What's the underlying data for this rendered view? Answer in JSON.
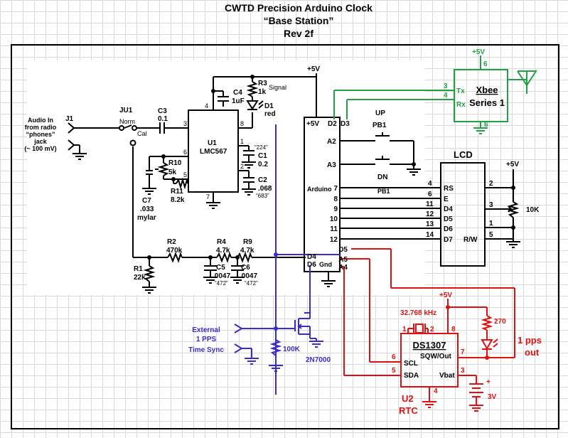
{
  "title": {
    "line1": "CWTD Precision Arduino Clock",
    "line2": "“Base Station”",
    "line3": "Rev 2f"
  },
  "colors": {
    "black": "#000000",
    "green": "#22a045",
    "blue": "#3a2bcc",
    "red": "#e01010",
    "grid": "#d8d8d8"
  },
  "icons": {
    "antenna": "antenna-icon",
    "ground": "ground-icon",
    "battery": "battery-icon",
    "led": "led-icon",
    "crystal": "crystal-icon"
  },
  "labels": {
    "v5_main": "+5V",
    "j1": "J1",
    "audio_in": [
      "Audio In",
      "from radio",
      "“phones”",
      "jack",
      "(~ 100 mV)"
    ],
    "ju1": "JU1",
    "norm": "Norm",
    "cal": "Cal",
    "c3": "C3",
    "c3_val": "0.1",
    "r3": "R3",
    "r3_val": "1k",
    "signal": "Signal",
    "c4": "C4",
    "c4_val": "1uF",
    "d1": "D1",
    "d1_val": "red",
    "u1": "U1",
    "u1_part": "LMC567",
    "pin4": "4",
    "pin8": "8",
    "pin3": "3",
    "pin6": "6",
    "pin5": "5",
    "pin7": "7",
    "pin1": "1",
    "pin2": "2",
    "q224": "“224”",
    "c1": "C1",
    "c1_val": "0.2",
    "c2": "C2",
    "c2_val": ".068",
    "q683": "“683”",
    "r10": "R10",
    "r10_val": "5k",
    "r11": "R11",
    "r11_val": "8.2k",
    "c7": "C7",
    "c7_val": ".033",
    "c7_type": "mylar",
    "r2": "R2",
    "r2_val": "470k",
    "r1": "R1",
    "r1_val": "22k",
    "r4": "R4",
    "r4_val": "4.7k",
    "r9": "R9",
    "r9_val": "4.7k",
    "c5": "C5",
    "c5_val": ".0047",
    "c5_code": "“472”",
    "c6": "C6",
    "c6_val": ".0047",
    "c6_code": "“472”",
    "ard_5v": "+5V",
    "ard_d2": "D2",
    "ard_d3": "D3",
    "ard_a2": "A2",
    "ard_a3": "A3",
    "ard_name": "Arduino",
    "ard_7": "7",
    "ard_8": "8",
    "ard_9": "9",
    "ard_10": "10",
    "ard_11": "11",
    "ard_12": "12",
    "ard_d4": "D4",
    "ard_d6": "D6",
    "ard_gnd": "Gnd",
    "ard_d5": "D5",
    "ard_a5": "A5",
    "ard_a4": "A4",
    "up": "UP",
    "pb1_top": "PB1",
    "dn": "DN",
    "pb1_line": "PB1",
    "lcd": "LCD",
    "lcd_rs": "RS",
    "lcd_e": "E",
    "lcd_d4": "D4",
    "lcd_d5": "D5",
    "lcd_d6": "D6",
    "lcd_d7": "D7",
    "lcd_rw": "R/W",
    "lp4": "4",
    "lp6": "6",
    "lp11": "11",
    "lp12": "12",
    "lp13": "13",
    "lp14": "14",
    "rp2": "2",
    "rp3": "3",
    "rp1": "1",
    "rp5": "5",
    "pot_5v": "+5V",
    "pot_val": "10K",
    "xb_5v": "+5V",
    "xb_6top": "6",
    "xb_3": "3",
    "xb_4": "4",
    "xb_tx": "Tx",
    "xb_rx": "Rx",
    "xb_name1": "Xbee",
    "xb_name2": "Series 1",
    "xb_6bot": "6",
    "ext1": "External",
    "ext2": "1 PPS",
    "ext3": "Time Sync",
    "r100k": "100K",
    "q2n": "2N7000",
    "rtc_5v": "+5V",
    "crystal": "32.768 kHz",
    "rtc_1": "1",
    "rtc_2": "2",
    "rtc_8": "8",
    "res270": "270",
    "rtc_name": "DS1307",
    "rtc_scl": "SCL",
    "rtc_sda": "SDA",
    "rtc_sqw": "SQW/Out",
    "rtc_vbat": "Vbat",
    "rtc_6": "6",
    "rtc_5": "5",
    "rtc_7": "7",
    "rtc_3": "3",
    "rtc_4": "4",
    "pps_out1": "1 pps",
    "pps_out2": "out",
    "u2": "U2",
    "rtc": "RTC",
    "batt": "3V",
    "batt_plus": "+"
  }
}
